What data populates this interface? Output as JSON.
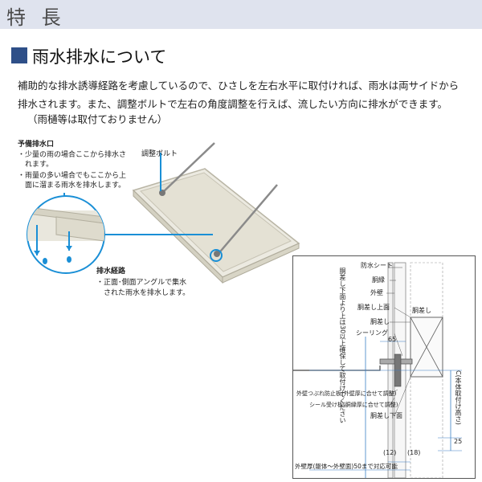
{
  "header": {
    "title": "特 長"
  },
  "section": {
    "title": "雨水排水について"
  },
  "description": {
    "line1": "補助的な排水誘導経路を考慮しているので、ひさしを左右水平に取付ければ、雨水は両サイドから",
    "line2": "排水されます。また、調整ボルトで左右の角度調整を行えば、流したい方向に排水ができます。",
    "line3": "（雨樋等は取付ておりません）"
  },
  "callouts": {
    "spare_drain": {
      "title": "予備排水口",
      "line1": "・少量の雨の場合ここから排水さ",
      "line2": "　れます。",
      "line3": "・雨量の多い場合でもここから上",
      "line4": "　面に溜まる雨水を排水します。"
    },
    "adjust_bolt": "調整ボルト",
    "drain_path": {
      "title": "排水経路",
      "line1": "・正面･側面アングルで集水",
      "line2": "　された雨水を排水します。"
    }
  },
  "section_diagram": {
    "labels": {
      "waterproof_sheet": "防水シート",
      "fuchi": "胴縁",
      "outer_wall": "外壁",
      "dosashi_top": "胴差し上面",
      "dosashi": "胴差し",
      "dosashi_right": "胴差し",
      "sealing": "シーリング",
      "dim_65": "65",
      "anti_crush": "外壁つぶれ防止板(外壁厚に合せて調整)",
      "seal_plate": "シール受け板(胴縁厚に合せて調整)",
      "dosashi_bottom": "胴差し下面",
      "dim_12": "(12)",
      "dim_18": "(18)",
      "dim_25": "25",
      "wall_thickness": "外壁厚(躯体〜外壁面)50まで対応可能",
      "vertical_left": "胴差し下面より上は30以上確保して取付けてください",
      "vertical_right": "C(本体取付け高さ)"
    }
  }
}
